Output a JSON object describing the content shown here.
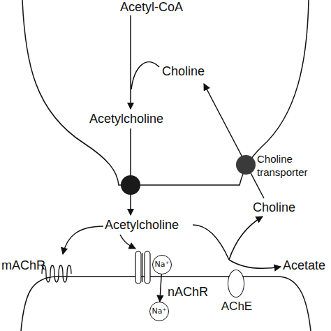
{
  "diagram": {
    "nodes": [
      {
        "text": [
          "Na⁺"
        ]
      },
      {
        "text": [
          "Na⁺"
        ]
      },
      {
        "text": [
          "Choline transporter"
        ]
      },
      {
        "text": [
          "AChE"
        ]
      }
    ],
    "edges": [
      {
        "from": 0,
        "to": 1,
        "arrow": "to"
      }
    ],
    "labels": [
      "Acetyl-CoA",
      "Choline",
      "Acetylcholine",
      "Choline",
      "Acetylcholine",
      "mAChR",
      "nAChR",
      "Acetate"
    ]
  }
}
